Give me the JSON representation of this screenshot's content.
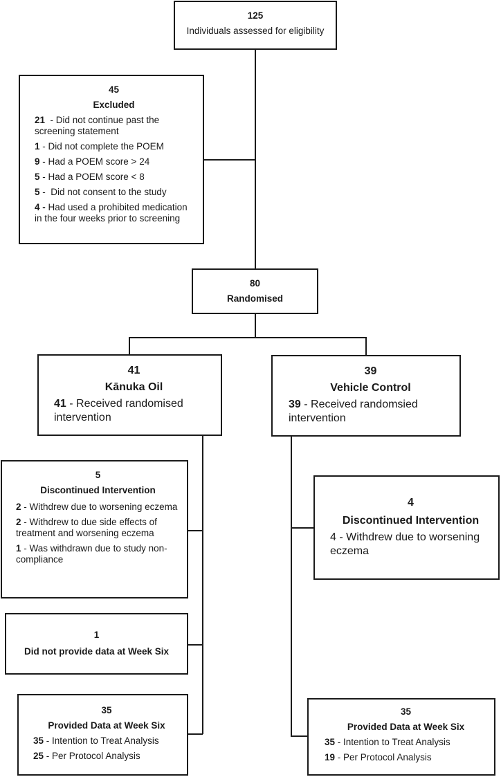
{
  "assessed": {
    "count": "125",
    "label": "Individuals assessed for eligibility"
  },
  "excluded": {
    "count": "45",
    "heading": "Excluded",
    "items": [
      {
        "n": "21",
        "text": "  - Did not continue past the screening statement"
      },
      {
        "n": "1",
        "text": " - Did not complete the POEM"
      },
      {
        "n": "9",
        "text": " - Had a POEM score > 24"
      },
      {
        "n": "5",
        "text": " - Had a POEM score < 8"
      },
      {
        "n": "5",
        "text": " -  Did not consent to the study"
      },
      {
        "n": "4 -",
        "text": " Had used a prohibited medication in the four weeks prior to screening"
      }
    ]
  },
  "randomised": {
    "count": "80",
    "label": "Randomised"
  },
  "kanuka": {
    "count": "41",
    "heading": "Kānuka Oil",
    "n": "41",
    "text": " - Received randomised intervention"
  },
  "vehicle": {
    "count": "39",
    "heading": "Vehicle Control",
    "n": "39",
    "text": " - Received randomsied intervention"
  },
  "disc_left": {
    "count": "5",
    "heading": "Discontinued Intervention",
    "items": [
      {
        "n": "2",
        "text": " - Withdrew due to worsening eczema"
      },
      {
        "n": "2",
        "text": " - Withdrew to due side effects of treatment and worsening eczema"
      },
      {
        "n": "1",
        "text": " - Was withdrawn due to study non-compliance"
      }
    ]
  },
  "disc_right": {
    "count": "4",
    "heading": "Discontinued Intervention",
    "text": "4 - Withdrew due to worsening eczema"
  },
  "nodata": {
    "count": "1",
    "heading": "Did not provide data at Week Six"
  },
  "prov_left": {
    "count": "35",
    "heading": "Provided Data at Week Six",
    "items": [
      {
        "n": "35",
        "text": " - Intention to Treat Analysis"
      },
      {
        "n": "25",
        "text": " - Per Protocol Analysis"
      }
    ]
  },
  "prov_right": {
    "count": "35",
    "heading": "Provided Data at Week Six",
    "items": [
      {
        "n": "35",
        "text": " - Intention to Treat Analysis"
      },
      {
        "n": "19",
        "text": " - Per Protocol Analysis"
      }
    ]
  }
}
